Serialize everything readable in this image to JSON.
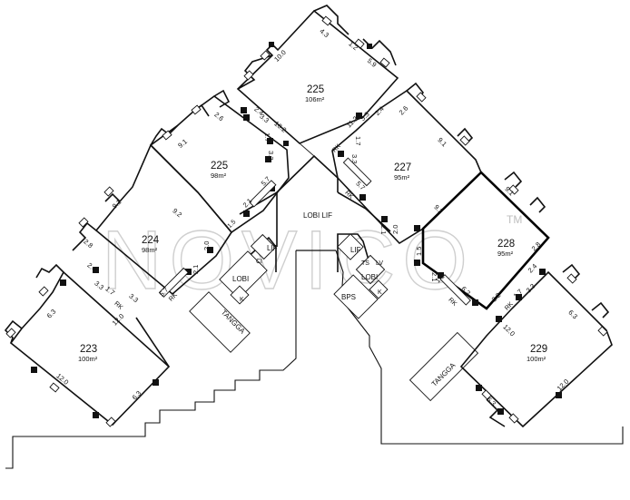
{
  "units": [
    {
      "id": "u225-top",
      "number": "225",
      "area": "106m²"
    },
    {
      "id": "u225",
      "number": "225",
      "area": "98m²"
    },
    {
      "id": "u224",
      "number": "224",
      "area": "98m²"
    },
    {
      "id": "u223",
      "number": "223",
      "area": "100m²"
    },
    {
      "id": "u227",
      "number": "227",
      "area": "95m²"
    },
    {
      "id": "u228",
      "number": "228",
      "area": "95m²"
    },
    {
      "id": "u229",
      "number": "229",
      "area": "100m²"
    }
  ],
  "labels": {
    "lobi_lif": "LOBI LIF",
    "lif": "LIF",
    "lobi": "LOBI",
    "tangga": "TANGGA",
    "bps": "BPS",
    "rk": "RK",
    "k": "K",
    "ci": "CI",
    "ts": "TS",
    "lv": "LV"
  },
  "dimensions": {
    "d4_3": "4.3",
    "d1_2": "1.2",
    "d10_0": "10.0",
    "d5_9": "5.9",
    "d2_6": "2.6",
    "d2_4": "2.4",
    "d3_3": "3.3",
    "d10_2": "10.2",
    "d11_2": "11.2",
    "d1_7": "1.7",
    "d9_1": "9.1",
    "d5_7": "5.7",
    "d2_1": "2.1",
    "d1_5": "1.5",
    "d9_2": "9.2",
    "d2_0": "2.0",
    "d2_8": "2.8",
    "d6_3": "6.3",
    "d12_0": "12.0",
    "d6_2": "6.2",
    "d3_2": "3.2",
    "d1_1": "1.1"
  },
  "watermark": {
    "text": "NOVICO",
    "mark": "TM"
  }
}
